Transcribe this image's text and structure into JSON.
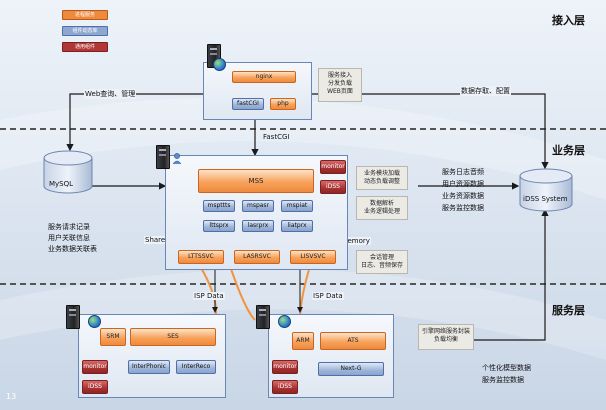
{
  "layers": {
    "access": "接入层",
    "business": "业务层",
    "service": "服务层"
  },
  "legend": [
    {
      "label": "进程服务",
      "color": "#ef8a3c"
    },
    {
      "label": "组件动态库",
      "color": "#8ea7d0"
    },
    {
      "label": "通用组件",
      "color": "#b23636"
    }
  ],
  "access_panel": {
    "nginx": "nginx",
    "fastcgi": "fastCGI",
    "php": "php",
    "note": [
      "服务接入",
      "分发负载",
      "WEB页面"
    ]
  },
  "links": {
    "web_query": "Web查询、管理",
    "fastcgi_link": "FastCGI",
    "data_access": "数据存取、配置",
    "share_memory_left": "Share Memory",
    "share_memory_right": "Share Memory",
    "isp_data_left": "ISP Data",
    "isp_data_right": "ISP Data"
  },
  "mysql": {
    "label": "MySQL",
    "note": [
      "服务请求记录",
      "用户关联信息",
      "业务数据关联表"
    ]
  },
  "idss_system": {
    "label": "iDSS System",
    "note": [
      "服务日志音频",
      "用户资源数据",
      "业务资源数据",
      "服务监控数据"
    ]
  },
  "business_panel": {
    "mss": "MSS",
    "monitor": "monitor",
    "idss": "iDSS",
    "components_row1": [
      "mspttts",
      "mspasr",
      "mspiat"
    ],
    "components_row2": [
      "lttsprx",
      "lasrprx",
      "liatprx"
    ],
    "services": [
      "LTTSSVC",
      "LASRSVC",
      "LISVSVC"
    ],
    "notes": [
      [
        "业务模块加载",
        "动态负载调整"
      ],
      [
        "数据解析",
        "业务逻辑处理"
      ],
      [
        "会话管理",
        "日志、音频保存"
      ]
    ]
  },
  "service_left": {
    "srm": "SRM",
    "ses": "SES",
    "monitor": "monitor",
    "idss": "iDSS",
    "interphonic": "InterPhonic",
    "interreco": "InterReco"
  },
  "service_right": {
    "arm": "ARM",
    "ats": "ATS",
    "monitor": "monitor",
    "idss": "iDSS",
    "nextg": "Next-G",
    "note": [
      "引擎网络服务封装",
      "负载均衡"
    ]
  },
  "bottom_note": [
    "个性化模型数据",
    "服务监控数据"
  ],
  "page_number": "13"
}
